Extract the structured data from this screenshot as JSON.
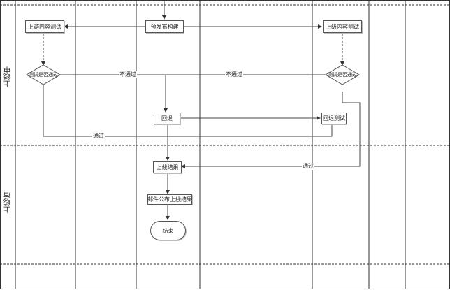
{
  "lanes": [
    "上线中",
    "上线后"
  ],
  "nodes": {
    "pre_release": "预发布构建",
    "upstream_test": "上游内容测试",
    "upper_test": "上级内容测试",
    "test_pass_left": "测试是否通过",
    "test_pass_right": "测试是否通过",
    "rollback": "回退",
    "rollback_test": "回退测试",
    "release_result": "上线结果",
    "email_result": "邮件公布上线结果",
    "end": "结束"
  },
  "edge_labels": {
    "fail_left": "不通过",
    "fail_right": "不通过",
    "pass_left": "通过",
    "pass_right": "通过"
  }
}
